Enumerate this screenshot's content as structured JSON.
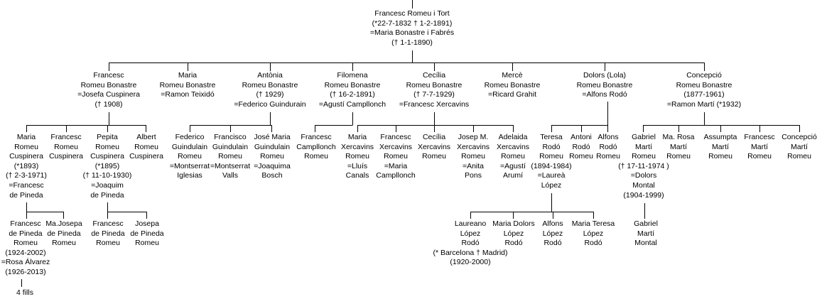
{
  "root": {
    "lines": [
      "Francesc Romeu i Tort",
      "(*22-7-1832 † 1-2-1891)",
      "=Maria Bonastre i Fabrés",
      "(† 1-1-1890)"
    ]
  },
  "children": [
    {
      "lines": [
        "Francesc",
        "Romeu Bonastre",
        "=Josefa Cuspinera",
        "(† 1908)"
      ]
    },
    {
      "lines": [
        "Maria",
        "Romeu Bonastre",
        "=Ramon Teixidó"
      ]
    },
    {
      "lines": [
        "Antònia",
        "Romeu Bonastre",
        "(† 1929)",
        "=Federico Guindurain"
      ]
    },
    {
      "lines": [
        "Filomena",
        "Romeu Bonastre",
        "(† 16-2-1891)",
        "=Agustí Campllonch"
      ]
    },
    {
      "lines": [
        "Cecília",
        "Romeu Bonastre",
        "(† 7-7-1929)",
        "=Francesc Xercavins"
      ]
    },
    {
      "lines": [
        "Mercè",
        "Romeu Bonastre",
        "=Ricard Grahit"
      ]
    },
    {
      "lines": [
        "Dolors (Lola)",
        "Romeu Bonastre",
        "=Alfons Rodó"
      ]
    },
    {
      "lines": [
        "Concepció",
        "Romeu Bonastre",
        "(1877-1961)",
        "=Ramon Martí (*1932)"
      ]
    }
  ],
  "grandchildren": {
    "francesc": [
      {
        "lines": [
          "Maria",
          "Romeu",
          "Cuspinera",
          "(*1893)",
          "(† 2-3-1971)",
          "=Francesc",
          "de Pineda"
        ]
      },
      {
        "lines": [
          "Francesc",
          "Romeu",
          "Cuspinera"
        ]
      },
      {
        "lines": [
          "Pepita",
          "Romeu",
          "Cuspinera",
          "(*1895)",
          "(† 11-10-1930)",
          "=Joaquim",
          "de Pineda"
        ]
      },
      {
        "lines": [
          "Albert",
          "Romeu",
          "Cuspinera"
        ]
      }
    ],
    "antonia": [
      {
        "lines": [
          "Federico",
          "Guindulain",
          "Romeu",
          "=Montserrat",
          "Iglesias"
        ]
      },
      {
        "lines": [
          "Francisco",
          "Guindulain",
          "Romeu",
          "=Montserrat",
          "Valls"
        ]
      },
      {
        "lines": [
          "José Maria",
          "Guindulain",
          "Romeu",
          "=Joaquima",
          "Bosch"
        ]
      }
    ],
    "filomena": [
      {
        "lines": [
          "Francesc",
          "Campllonch",
          "Romeu"
        ]
      }
    ],
    "cecilia": [
      {
        "lines": [
          "Maria",
          "Xercavins",
          "Romeu",
          "=Lluís",
          "Canals"
        ]
      },
      {
        "lines": [
          "Francesc",
          "Xercavins",
          "Romeu",
          "=Maria",
          "Campllonch"
        ]
      },
      {
        "lines": [
          "Cecília",
          "Xercavins",
          "Romeu"
        ]
      },
      {
        "lines": [
          "Josep M.",
          "Xercavins",
          "Romeu",
          "=Anita",
          "Pons"
        ]
      },
      {
        "lines": [
          "Adelaida",
          "Xercavins",
          "Romeu",
          "=Agustí",
          "Arumí"
        ]
      }
    ],
    "dolors": [
      {
        "lines": [
          "Teresa",
          "Rodó",
          "Romeu",
          "(1894-1984)",
          "=Laureà",
          "López"
        ]
      },
      {
        "lines": [
          "Antoni",
          "Rodó",
          "Romeu"
        ]
      },
      {
        "lines": [
          "Alfons",
          "Rodó",
          "Romeu"
        ]
      }
    ],
    "concepcio": [
      {
        "lines": [
          "Gabriel",
          "Martí",
          "Romeu",
          "(† 17-11-1974 )",
          "=Dolors",
          "Montal",
          "(1904-1999)"
        ]
      },
      {
        "lines": [
          "Ma. Rosa",
          "Martí",
          "Romeu"
        ]
      },
      {
        "lines": [
          "Assumpta",
          "Martí",
          "Romeu"
        ]
      },
      {
        "lines": [
          "Francesc",
          "Martí",
          "Romeu"
        ]
      },
      {
        "lines": [
          "Concepció",
          "Martí",
          "Romeu"
        ]
      }
    ]
  },
  "great_grandchildren": {
    "maria_cuspinera": [
      {
        "lines": [
          "Francesc",
          "de Pineda",
          "Romeu",
          "(1924-2002)",
          "=Rosa Álvarez",
          "(1926-2013)"
        ]
      },
      {
        "lines": [
          "Ma.Josepa",
          "de Pineda",
          "Romeu"
        ]
      }
    ],
    "pepita_cuspinera": [
      {
        "lines": [
          "Francesc",
          "de Pineda",
          "Romeu"
        ]
      },
      {
        "lines": [
          "Josepa",
          "de Pineda",
          "Romeu"
        ]
      }
    ],
    "teresa_rodo": [
      {
        "lines": [
          "Laureano",
          "López",
          "Rodó",
          "(* Barcelona † Madrid)",
          "(1920-2000)"
        ]
      },
      {
        "lines": [
          "Maria Dolors",
          "López",
          "Rodó"
        ]
      },
      {
        "lines": [
          "Alfons",
          "López",
          "Rodó"
        ]
      },
      {
        "lines": [
          "Maria Teresa",
          "López",
          "Rodó"
        ]
      }
    ],
    "gabriel_marti": [
      {
        "lines": [
          "Gabriel",
          "Martí",
          "Montal"
        ]
      }
    ]
  },
  "descendants_note": {
    "lines": [
      "4 fills"
    ]
  }
}
